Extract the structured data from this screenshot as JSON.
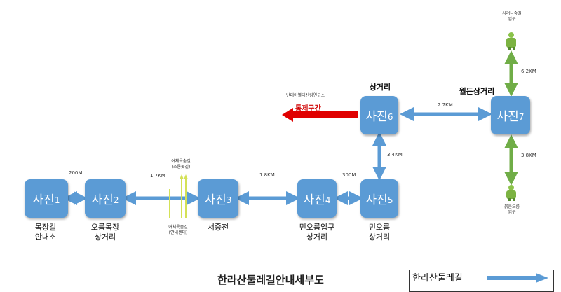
{
  "nodes": {
    "n1": {
      "name": "사진",
      "num": "1"
    },
    "n2": {
      "name": "사진",
      "num": "2"
    },
    "n3": {
      "name": "사진",
      "num": "3"
    },
    "n4": {
      "name": "사진",
      "num": "4"
    },
    "n5": {
      "name": "사진",
      "num": "5"
    },
    "n6": {
      "name": "사진",
      "num": "6"
    },
    "n7": {
      "name": "사진",
      "num": "7"
    }
  },
  "labels": {
    "n1": [
      "목장길",
      "안내소"
    ],
    "n2": [
      "오름목장",
      "상거리"
    ],
    "n3": "서중천",
    "n4": [
      "민오름입구",
      "상거리"
    ],
    "n5": [
      "민오름",
      "상거리"
    ],
    "n6": "상거리",
    "n7": "월든상거리"
  },
  "distances": {
    "d12": "200M",
    "d23": "1.7KM",
    "d34": "1.8KM",
    "d45": "300M",
    "d56": "3.4KM",
    "d67": "2.7KM",
    "d7up": "6.2KM",
    "d7down": "3.8KM"
  },
  "markers": {
    "top_trail": [
      "어체옷숨길",
      "(소롱콧길)"
    ],
    "bottom_trail": [
      "어체옷숨길",
      "(안내센터)"
    ],
    "top_right": [
      "사려니숲길",
      "입구"
    ],
    "bottom_right": [
      "붉은오름",
      "입구"
    ],
    "research": "난대아열대산림연구소",
    "restricted": "통제구간"
  },
  "legend": {
    "label": "한라산둘레길"
  },
  "footer": {
    "title": "한라산둘레길안내세부도"
  },
  "colors": {
    "node": "#5b9bd5",
    "arrow_blue": "#5b9bd5",
    "arrow_green": "#70ad47",
    "arrow_red": "#e00000",
    "marker_yellow": "#d4e157"
  }
}
